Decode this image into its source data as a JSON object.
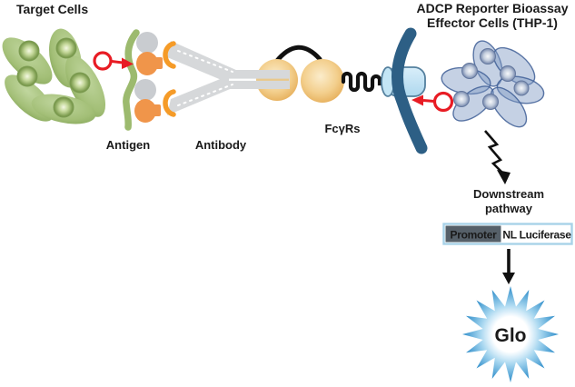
{
  "labels": {
    "target_cells": "Target Cells",
    "antigen": "Antigen",
    "antibody": "Antibody",
    "fcyrs": "FcγRs",
    "effector_title_line1": "ADCP Reporter Bioassay",
    "effector_title_line2": "Effector Cells (THP-1)",
    "downstream_line1": "Downstream",
    "downstream_line2": "pathway",
    "promoter": "Promoter",
    "nl_luciferase": "NL Luciferase",
    "glo": "Glo"
  },
  "colors": {
    "target_cell_green": "#a3bf77",
    "membrane_green": "#9cba6e",
    "antigen_gray": "#c9ccd0",
    "antigen_orange": "#f0954a",
    "antibody_gray": "#d6d8da",
    "bracket_orange": "#f59b28",
    "fc_domain_tan": "#eeb963",
    "cylinder_blue": "#c3e5f5",
    "effector_membrane_navy": "#2d5f85",
    "effector_cell_blue": "#7f9ac4",
    "marker_red": "#e81c24",
    "promoter_bg": "#566069",
    "promoter_text": "#ffffff",
    "luciferase_text": "#8a9097",
    "construct_border": "#a8d2e8",
    "glo_blue": "#2c8cc9",
    "glo_text": "#4a4e54"
  },
  "icons": {
    "antigen_binding_marker": "red-circle-right-arrow",
    "receptor_binding_marker": "red-circle-left-arrow",
    "signal_transduction": "lightning-arrow-down",
    "expression_arrow": "black-arrow-down",
    "luminescence": "blue-starburst"
  }
}
